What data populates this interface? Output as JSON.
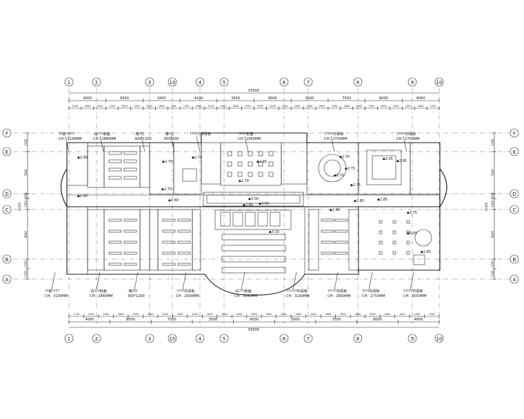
{
  "axes_top": [
    "1",
    "2",
    "3",
    "10",
    "4",
    "5",
    "6",
    "7",
    "8",
    "9",
    "10"
  ],
  "axes_side": [
    "F",
    "E",
    "D",
    "C",
    "B",
    "A"
  ],
  "dims_top_row1": [
    "4000",
    "8000",
    "3400",
    "4100",
    "3500",
    "9000",
    "3500",
    "7500",
    "8000",
    "4000"
  ],
  "dims_top_row2": [
    "1250",
    "1800",
    "1000",
    "1250",
    "5400",
    "1350",
    "1000",
    "1000",
    "600",
    "1350",
    "1800",
    "2150",
    "1000",
    "1800",
    "1000",
    "9000",
    "1000",
    "1500",
    "1000",
    "1350",
    "1800",
    "1950",
    "1800",
    "1000",
    "1350",
    "5400",
    "1300",
    "1000",
    "1800",
    "1250"
  ],
  "dims_top_total": "55000",
  "dims_bottom_row1": [
    "1700",
    "2300",
    "1000",
    "1800",
    "2300",
    "1800",
    "3500",
    "1000",
    "1800",
    "1600",
    "3400",
    "3500",
    "9000",
    "3500",
    "3400",
    "1600",
    "1000",
    "1800",
    "1800",
    "1800",
    "2300",
    "1800",
    "1000",
    "2300",
    "1700"
  ],
  "dims_bottom_row2": [
    "4000",
    "8000",
    "7500",
    "3500",
    "9000",
    "3500",
    "7500",
    "8000",
    "4000"
  ],
  "dims_bottom_total": "55000",
  "dims_left": [
    "1350",
    "7000",
    "2500",
    "1350",
    "8000",
    "1350",
    "1350"
  ],
  "dims_left_total": "20350",
  "dims_right": [
    "1350",
    "7000",
    "2500",
    "1350",
    "8000",
    "1350",
    "1350"
  ],
  "dims_right_total": "20350",
  "labels_top": [
    {
      "text": "??装?????",
      "ch": "CH：3100MM"
    },
    {
      "text": "-白???射面",
      "ch": "CH：2880MM"
    },
    {
      "text": "-格?灯",
      "ch": "300*1200"
    },
    {
      "text": "-格?灯",
      "ch": "600*600"
    },
    {
      "text": "??????石膏板",
      "ch": ""
    },
    {
      "text": "-????射面",
      "ch": "CH：2950MM"
    },
    {
      "text": "?????石膏板",
      "ch": "CH：2750MM"
    },
    {
      "text": "?????石膏板",
      "ch": "CH：2750MM"
    }
  ],
  "labels_bottom": [
    {
      "text": "??装????",
      "ch": "CH：3100MM"
    },
    {
      "text": "-白???射面",
      "ch": "CH：2880MM"
    },
    {
      "text": "-格?灯",
      "ch": "300*1200"
    },
    {
      "text": "-????石膏板",
      "ch": "CH：2900MM"
    },
    {
      "text": "-白???射面",
      "ch": "CH：3080MM"
    },
    {
      "text": "??????石膏板",
      "ch": "CH：3100MM"
    },
    {
      "text": "?????石膏板",
      "ch": "CH：2900MM"
    },
    {
      "text": "????石膏板",
      "ch": "CH：2750MM"
    },
    {
      "text": "?????石膏板",
      "ch": "CH：3050MM"
    }
  ],
  "elev_marks": [
    "2.90",
    "2.70",
    "2.70",
    "2.70",
    "2.80",
    "2.80",
    "2.70",
    "2.95",
    "2.70",
    "3.00",
    "2.80",
    "3.00",
    "2.75",
    "3.05",
    "2.80",
    "2.85",
    "2.95",
    "2.75",
    "2.80",
    "3.10",
    "2.75",
    "3.05",
    "2.85",
    "2.70"
  ],
  "colors": {
    "line": "#111111",
    "fill_dark": "#222222",
    "fill_grey": "#888888"
  }
}
